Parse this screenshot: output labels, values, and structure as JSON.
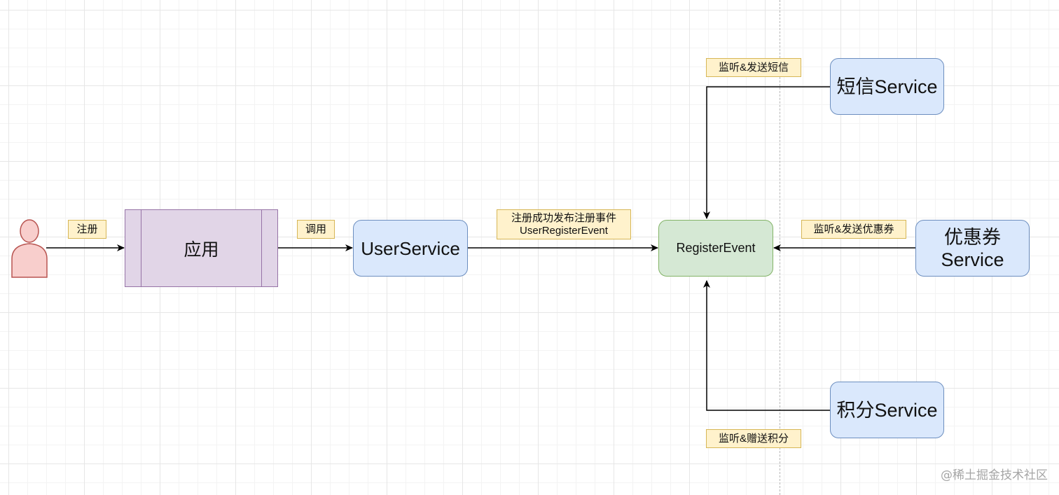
{
  "nodes": {
    "app": "应用",
    "user_service": "UserService",
    "register_event": "RegisterEvent",
    "sms_service": "短信Service",
    "coupon_service": [
      "优惠券",
      "Service"
    ],
    "points_service": "积分Service"
  },
  "edge_labels": {
    "register": "注册",
    "invoke": "调用",
    "publish": [
      "注册成功发布注册事件",
      "UserRegisterEvent"
    ],
    "listen_sms": "监听&发送短信",
    "listen_coupon": "监听&发送优惠券",
    "listen_points": "监听&赠送积分"
  },
  "watermark": "@稀土掘金技术社区",
  "colors": {
    "service_fill": "#dae8fc",
    "service_stroke": "#6c8ebf",
    "event_fill": "#d5e8d4",
    "event_stroke": "#82b366",
    "app_fill": "#e1d5e7",
    "app_stroke": "#9673a6",
    "label_fill": "#fff2cc",
    "label_stroke": "#d6b656",
    "actor_fill": "#f8cecc",
    "actor_stroke": "#b85450"
  },
  "icons": {
    "actor": "person-icon"
  }
}
